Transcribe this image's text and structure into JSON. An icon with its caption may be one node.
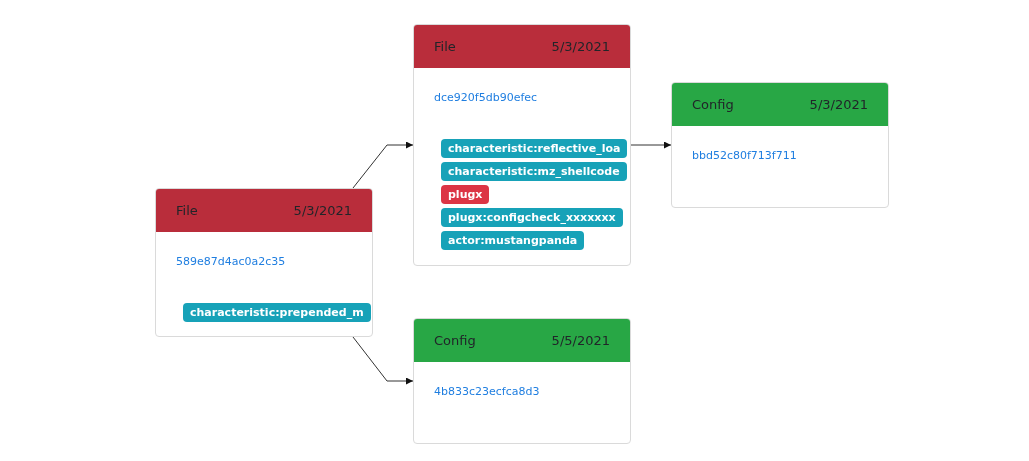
{
  "diagram": {
    "nodes": [
      {
        "text": [
          "File",
          "5/3/2021",
          "589e87d4ac0a2c35"
        ]
      },
      {
        "text": [
          "characteristic:prepended_m"
        ],
        "in": 0
      },
      {
        "text": [
          "File",
          "5/3/2021",
          "dce920f5db90efec"
        ]
      },
      {
        "text": [
          "characteristic:reflective_loa"
        ],
        "in": 2
      },
      {
        "text": [
          "characteristic:mz_shellcode"
        ],
        "in": 2
      },
      {
        "text": [
          "plugx"
        ],
        "in": 2
      },
      {
        "text": [
          "plugx:configcheck_xxxxxxx"
        ],
        "in": 2
      },
      {
        "text": [
          "actor:mustangpanda"
        ],
        "in": 2
      },
      {
        "text": [
          "Config",
          "5/3/2021",
          "bbd52c80f713f711"
        ]
      },
      {
        "text": [
          "Config",
          "5/5/2021",
          "4b833c23ecfca8d3"
        ]
      }
    ],
    "edges": [
      {
        "from": 0,
        "to": 2,
        "arrow": "to"
      },
      {
        "from": 0,
        "to": 9,
        "arrow": "to"
      },
      {
        "from": 2,
        "to": 8,
        "arrow": "to"
      }
    ]
  }
}
